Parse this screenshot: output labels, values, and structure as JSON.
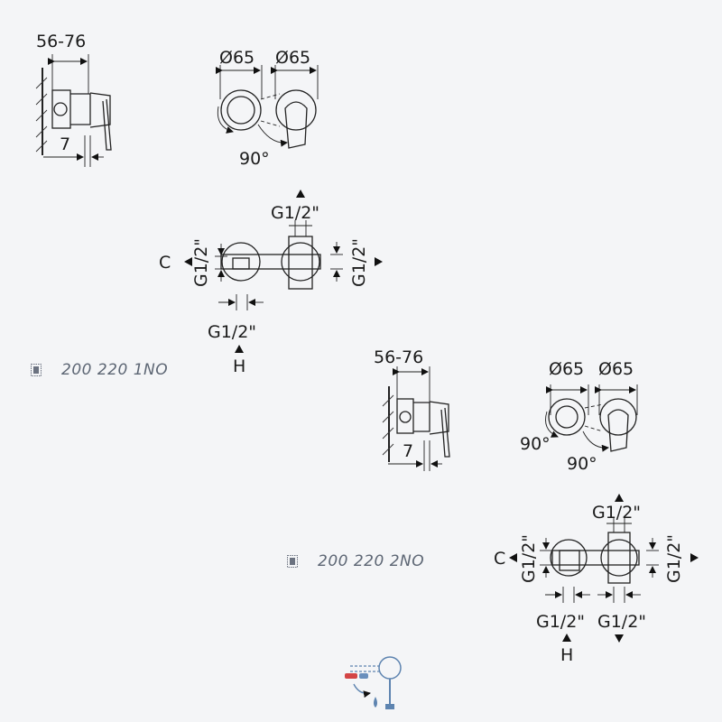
{
  "drawing1": {
    "depth_range": "56-76",
    "depth_min": "7",
    "diameter_a": "Ø65",
    "diameter_b": "Ø65",
    "rotation": "90°",
    "thread_top": "G1/2\"",
    "thread_left": "G1/2\"",
    "thread_right": "G1/2\"",
    "thread_bottom": "G1/2\"",
    "label_cold": "C",
    "label_hot": "H",
    "product_code": "200 220 1NO"
  },
  "drawing2": {
    "depth_range": "56-76",
    "depth_min": "7",
    "diameter_a": "Ø65",
    "diameter_b": "Ø65",
    "rotation_a": "90°",
    "rotation_b": "90°",
    "thread_top": "G1/2\"",
    "thread_left": "G1/2\"",
    "thread_right": "G1/2\"",
    "thread_bottom_a": "G1/2\"",
    "thread_bottom_b": "G1/2\"",
    "label_cold": "C",
    "label_hot": "H",
    "product_code": "200 220 2NO"
  },
  "icons": {
    "code_marker": "box-icon",
    "installation": "shower-mixer-icon"
  }
}
